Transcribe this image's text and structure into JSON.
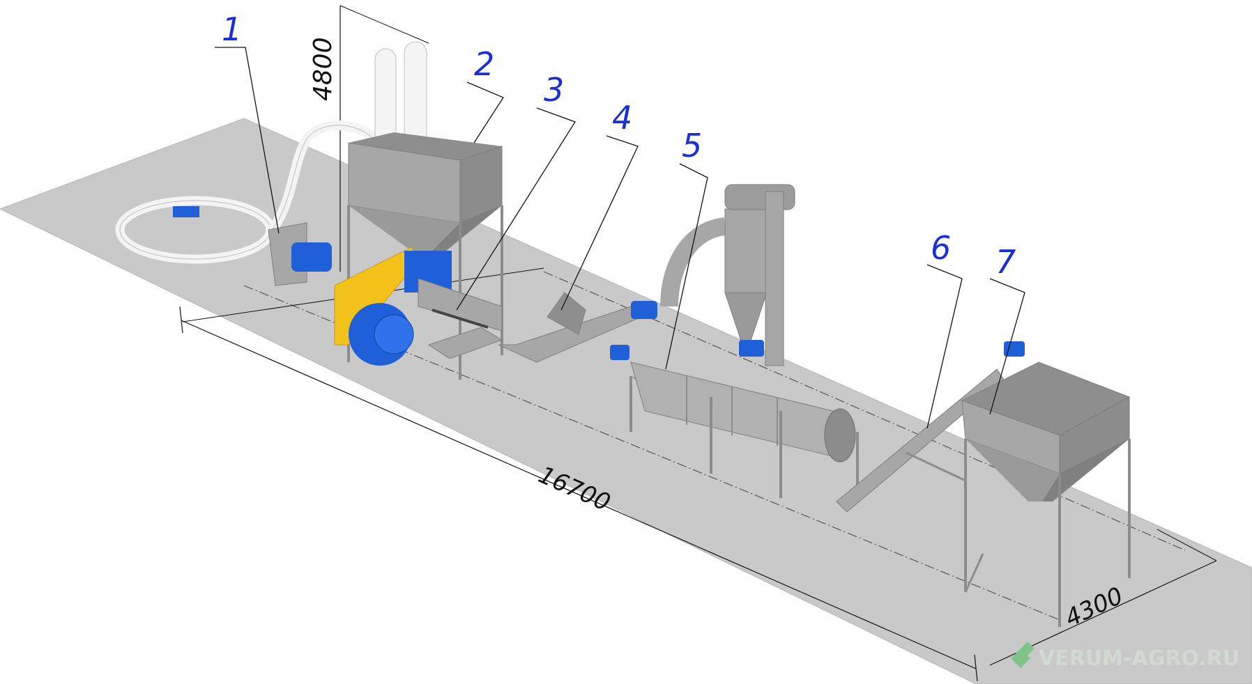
{
  "colors": {
    "floor": "#c9c9c9",
    "steel": "#a7a7a7",
    "steel_dark": "#7d7d7d",
    "frame": "#8c8c8c",
    "motor_blue": "#1f5fd8",
    "yellow": "#f2c21a",
    "white_pipe": "#f4f4f4",
    "callout": "#1a2fd6",
    "line": "#111111",
    "watermark": "#cfd6cf",
    "watermark_logo": "#7fc48a"
  },
  "callouts": [
    {
      "id": "1",
      "label": "1"
    },
    {
      "id": "2",
      "label": "2"
    },
    {
      "id": "3",
      "label": "3"
    },
    {
      "id": "4",
      "label": "4"
    },
    {
      "id": "5",
      "label": "5"
    },
    {
      "id": "6",
      "label": "6"
    },
    {
      "id": "7",
      "label": "7"
    }
  ],
  "dimensions": {
    "height": "4800",
    "length": "16700",
    "width": "4300"
  },
  "watermark": {
    "text": "VERUM-AGRO.RU",
    "icon": "leaf-logo-icon"
  }
}
